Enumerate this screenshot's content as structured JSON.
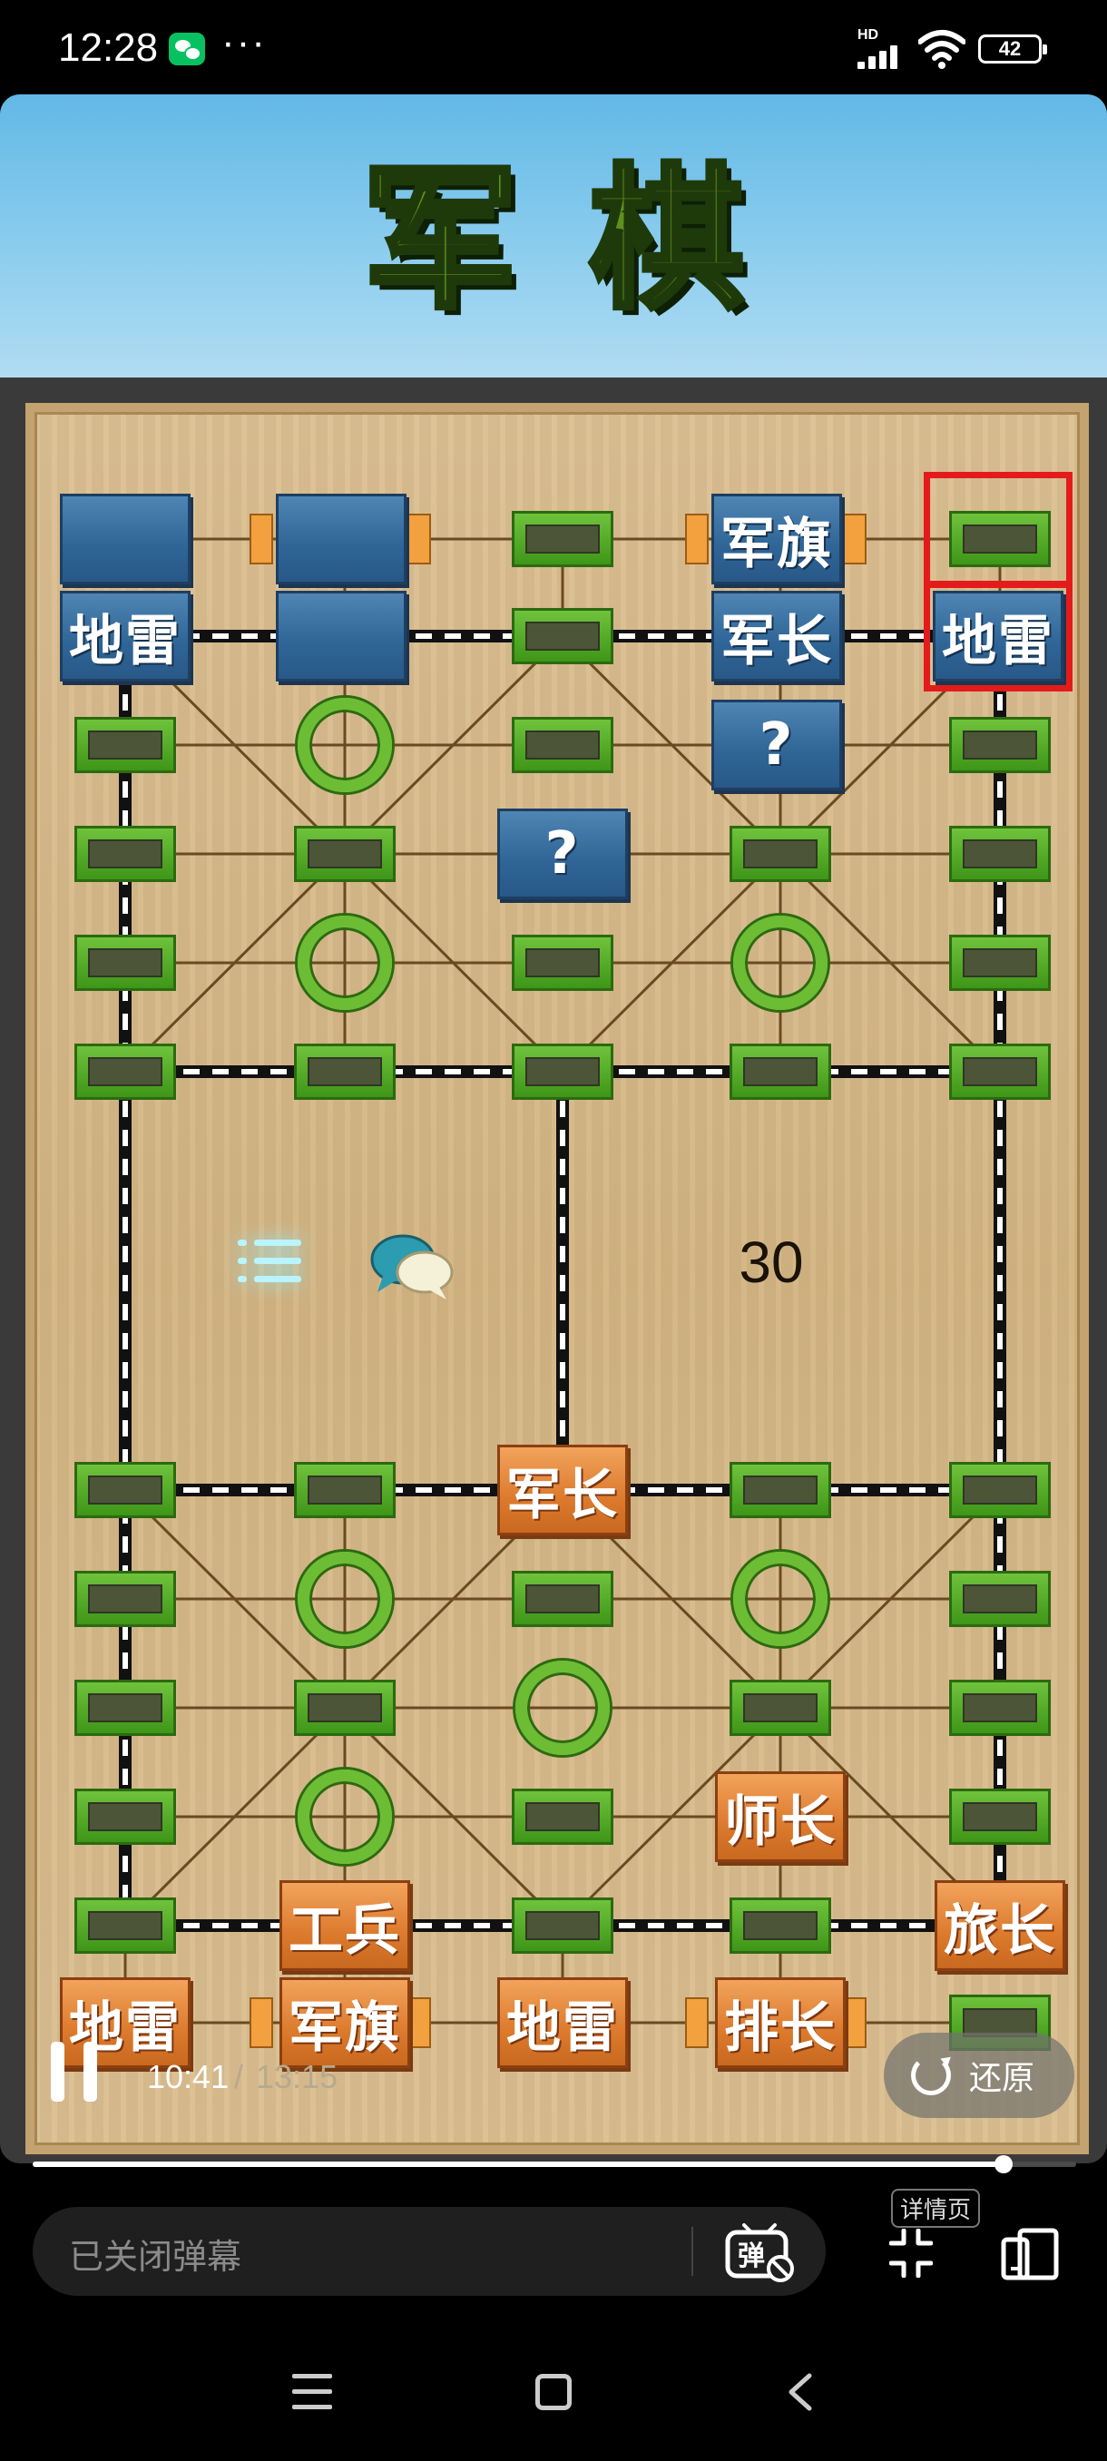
{
  "status_bar": {
    "time": "12:28",
    "more": "···",
    "network": "HD",
    "battery": "42"
  },
  "game": {
    "title": "军棋",
    "countdown": "30",
    "pieces": {
      "top_flag": "军旗",
      "top_mine_left": "地雷",
      "top_commander": "军长",
      "top_mine_right": "地雷",
      "top_unknown_1": "?",
      "top_unknown_2": "?",
      "bot_commander": "军长",
      "bot_division": "师长",
      "bot_engineer": "工兵",
      "bot_brigade": "旅长",
      "bot_mine_left": "地雷",
      "bot_flag": "军旗",
      "bot_mine_mid": "地雷",
      "bot_platoon": "排长"
    }
  },
  "player": {
    "current_time": "10:41",
    "separator": "/",
    "total_time": "13:15",
    "progress": 0.93,
    "restore_label": "还原"
  },
  "bottom_bar": {
    "danmaku_placeholder": "已关闭弹幕",
    "danmaku_toggle_glyph": "弹",
    "detail_label": "详情页"
  },
  "colors": {
    "blue_piece": "#2f6596",
    "orange_piece": "#dc7a2d",
    "post_green": "#3e9618",
    "highlight": "#e31b1b"
  }
}
